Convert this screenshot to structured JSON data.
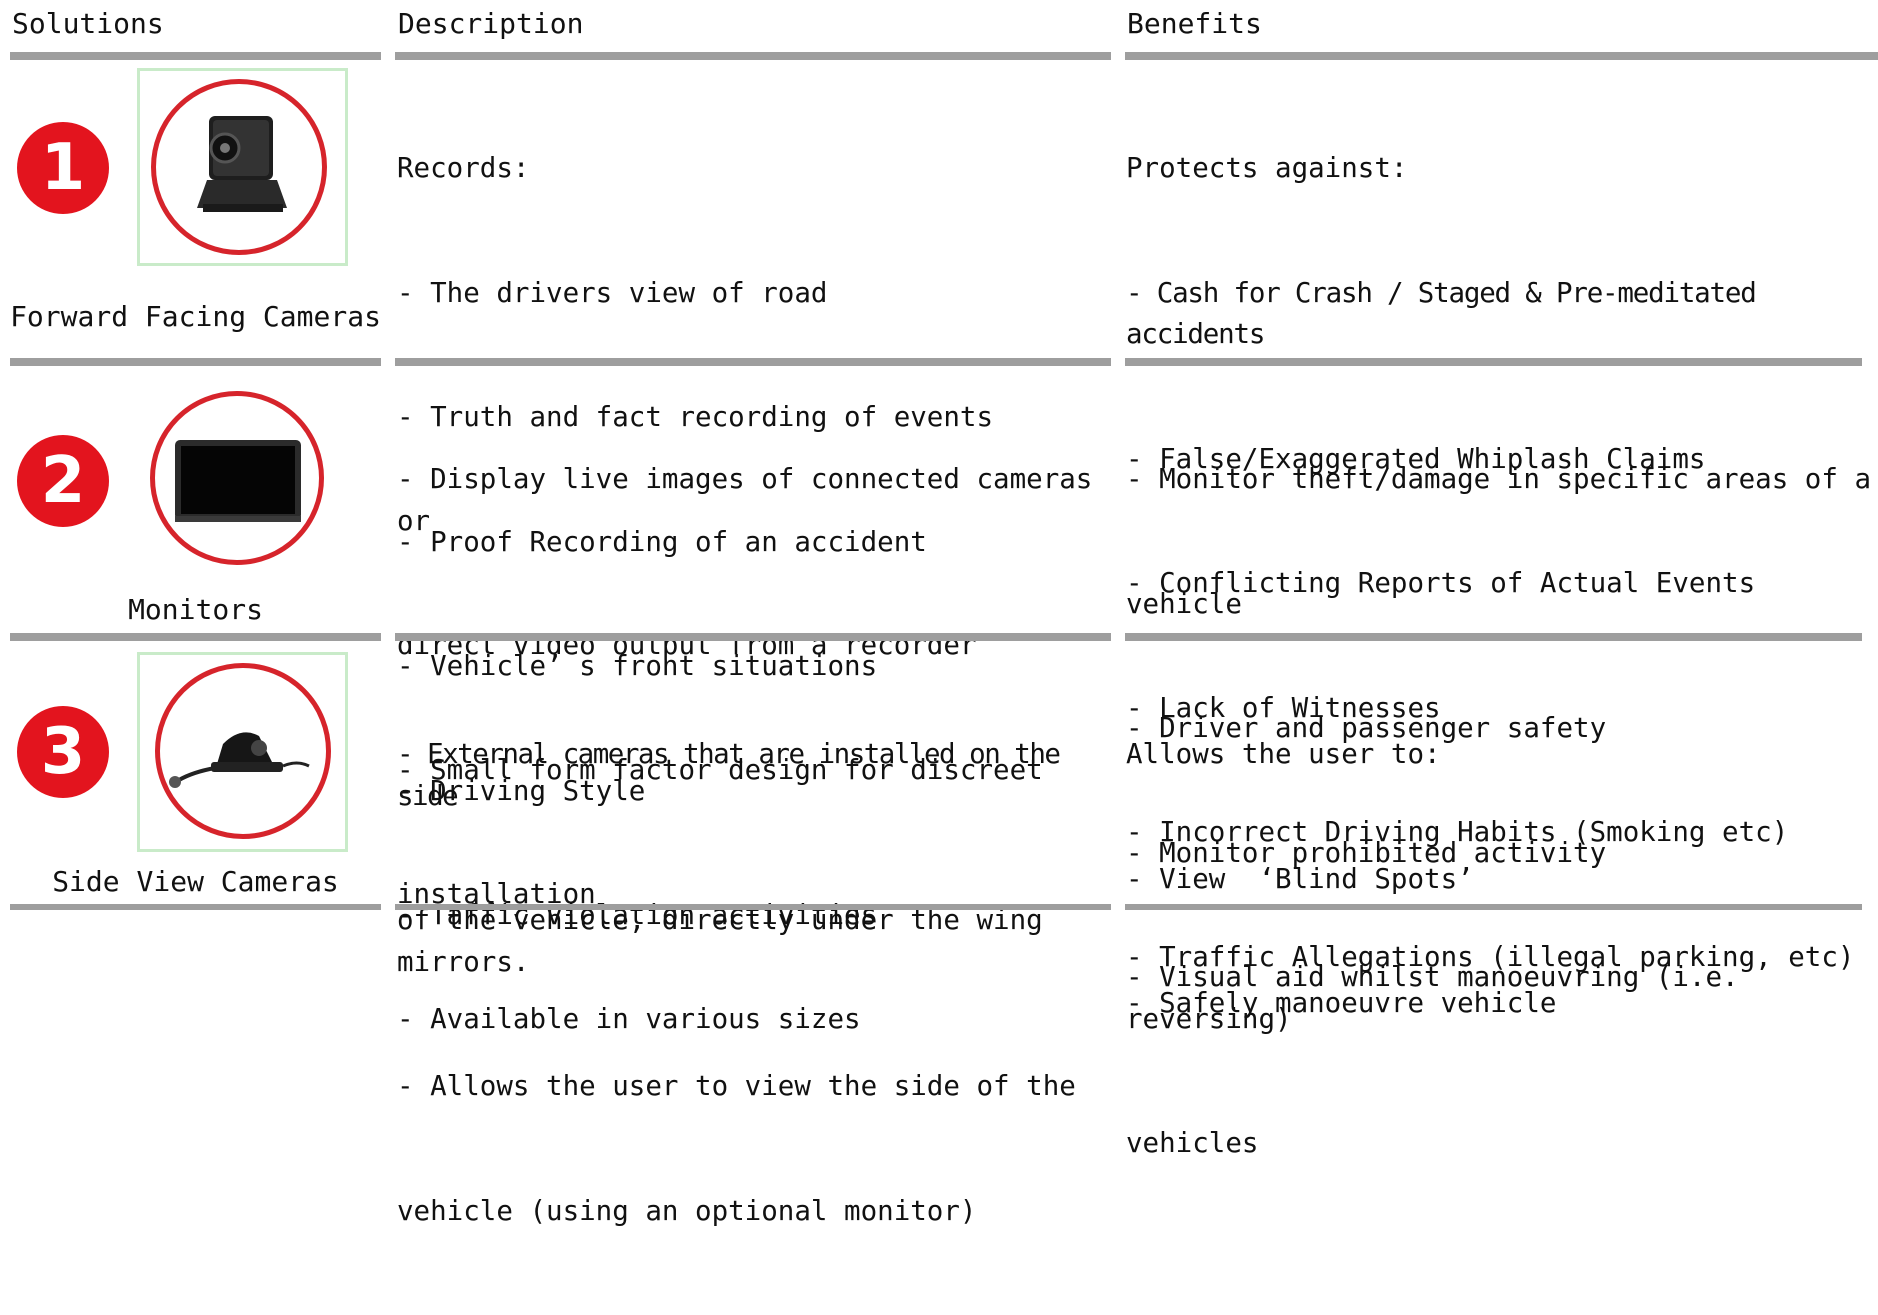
{
  "headers": {
    "solutions": "Solutions",
    "description": "Description",
    "benefits": "Benefits"
  },
  "rows": [
    {
      "number": "1",
      "caption": "Forward Facing Cameras",
      "icon": "dashcam-icon",
      "description": [
        "Records:",
        "- The drivers view of road",
        "- Truth and fact recording of events",
        "- Proof Recording of an accident",
        "- Vehicle’ s front situations",
        "- Driving Style",
        "- Taffic violation activities"
      ],
      "benefits": [
        "Protects against:",
        "- Cash for Crash / Staged & Pre-meditated accidents",
        "- False/Exaggerated Whiplash Claims",
        "- Conflicting Reports of Actual Events",
        "- Lack of Witnesses",
        "- Incorrect Driving Habits (Smoking etc)",
        "- Traffic Allegations (illegal parking, etc)"
      ]
    },
    {
      "number": "2",
      "caption": "Monitors",
      "icon": "monitor-icon",
      "description": [
        "- Display live images of connected cameras or",
        "direct video output from a recorder",
        "- Small form factor design for discreet",
        "installation",
        "- Available in various sizes"
      ],
      "benefits": [
        "- Monitor theft/damage in specific areas of a",
        "vehicle",
        "- Driver and passenger safety",
        "- Monitor prohibited activity",
        "- Visual aid whilst manoeuvring (i.e. reversing)",
        "vehicles"
      ]
    },
    {
      "number": "3",
      "caption": "Side View Cameras",
      "icon": "side-camera-icon",
      "description": [
        "- External cameras that are installed on the side",
        "of the vehicle, directly under the wing mirrors.",
        "- Allows the user to view the side of the",
        "vehicle (using an optional monitor)"
      ],
      "benefits": [
        "Allows the user to:",
        "- View  ‘Blind Spots’",
        "- Safely manoeuvre vehicle"
      ]
    }
  ],
  "colors": {
    "badge_red": "#e3141e",
    "ring_red": "#d6242b",
    "rule_gray": "#9e9e9e",
    "frame_green": "#c9ebc9"
  }
}
